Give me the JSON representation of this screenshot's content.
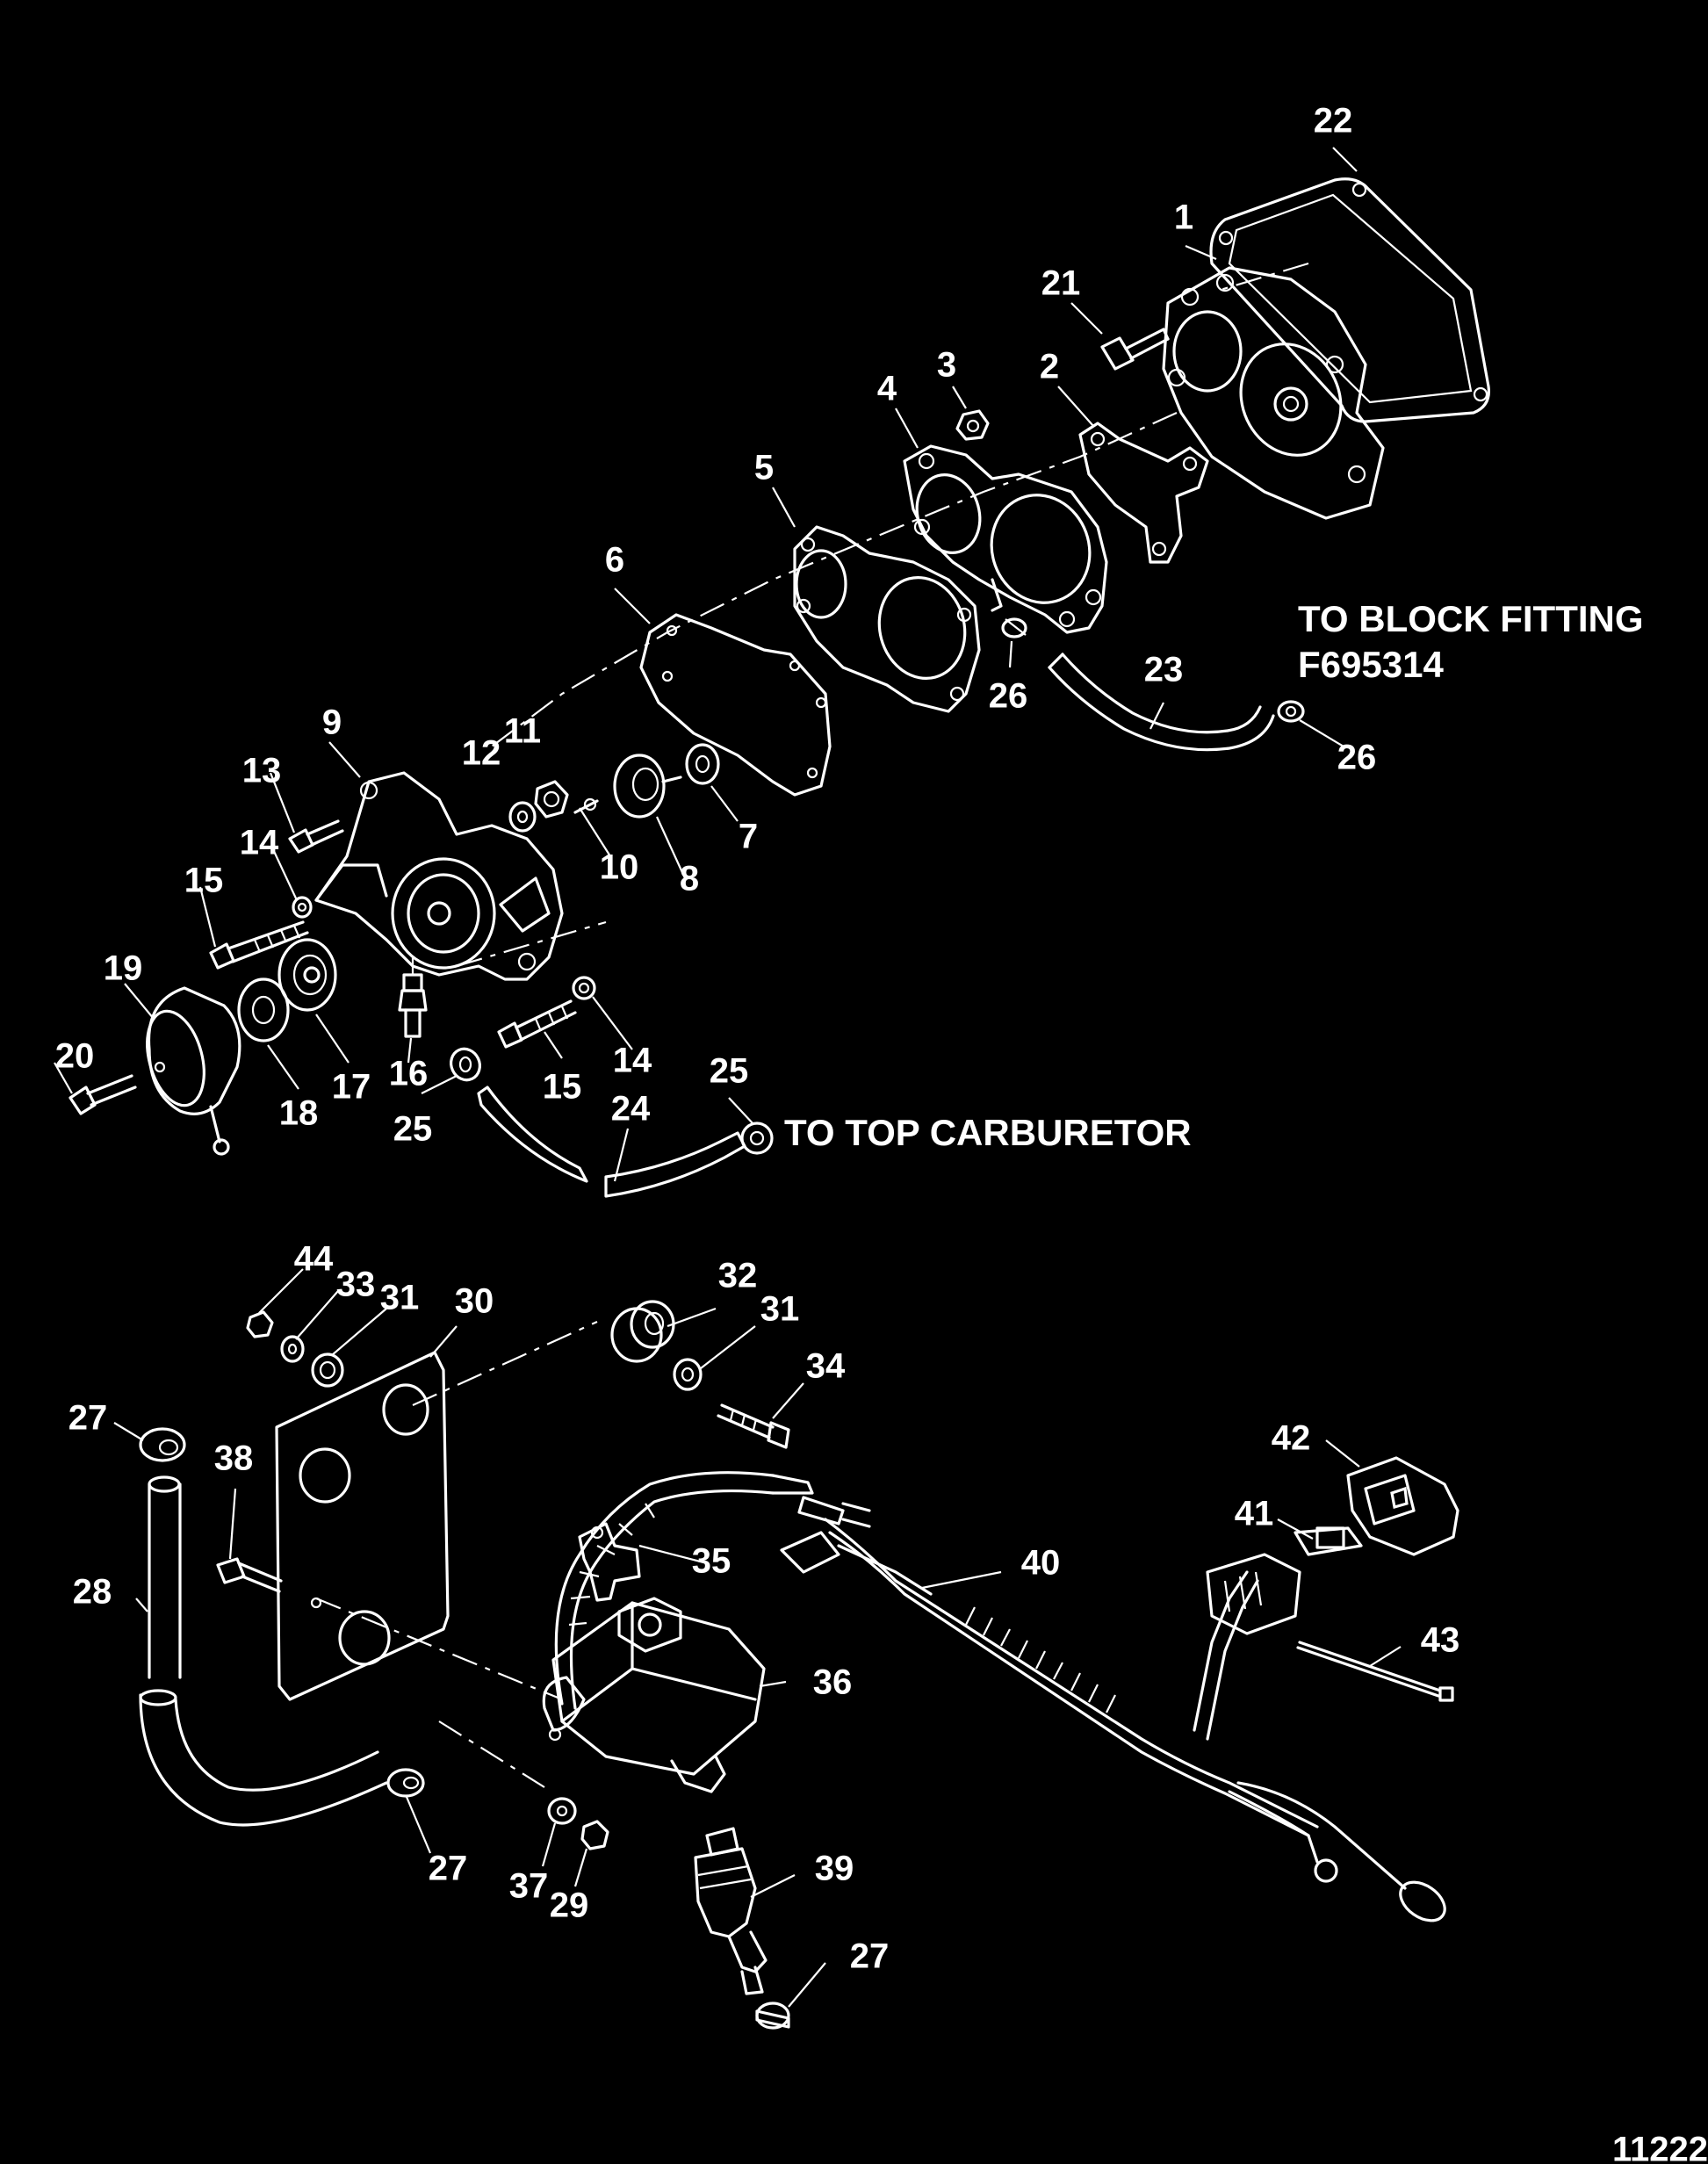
{
  "callouts": {
    "n1": "1",
    "n2": "2",
    "n3": "3",
    "n4": "4",
    "n5": "5",
    "n6": "6",
    "n7": "7",
    "n8": "8",
    "n9": "9",
    "n10": "10",
    "n11": "11",
    "n12": "12",
    "n13": "13",
    "n14": "14",
    "n15": "15",
    "n16": "16",
    "n17": "17",
    "n18": "18",
    "n19": "19",
    "n20": "20",
    "n21": "21",
    "n22": "22",
    "n23": "23",
    "n24": "24",
    "n25": "25",
    "n26": "26",
    "n27": "27",
    "n28": "28",
    "n29": "29",
    "n30": "30",
    "n31": "31",
    "n32": "32",
    "n33": "33",
    "n34": "34",
    "n35": "35",
    "n36": "36",
    "n37": "37",
    "n38": "38",
    "n39": "39",
    "n40": "40",
    "n41": "41",
    "n42": "42",
    "n43": "43",
    "n44": "44"
  },
  "notes": {
    "block_fitting_line1": "TO BLOCK FITTING",
    "block_fitting_line2": "F695314",
    "top_carburetor": "TO TOP CARBURETOR"
  },
  "figure_number": "11222",
  "colors": {
    "background": "#000000",
    "linework": "#ffffff"
  }
}
